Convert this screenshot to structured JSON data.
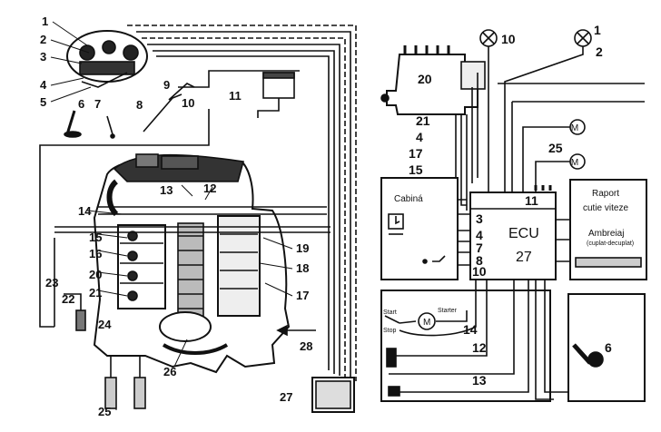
{
  "left_callouts": [
    "1",
    "2",
    "3",
    "4",
    "5",
    "6",
    "7",
    "8",
    "9",
    "10",
    "11",
    "12",
    "13",
    "14",
    "15",
    "16",
    "17",
    "18",
    "19",
    "20",
    "21",
    "22",
    "23",
    "24",
    "25",
    "26",
    "27",
    "28"
  ],
  "right_callouts": {
    "injection_pump": "20",
    "lamp_a": "10",
    "lamp_b": "1",
    "lamp_b_lead": "2",
    "wire_21": "21",
    "wire_4": "4",
    "wire_17": "17",
    "wire_15": "15",
    "motor_25": "25",
    "ecu_pin_11": "11",
    "ecu_pin_3": "3",
    "ecu_pin_4": "4",
    "ecu_pin_7": "7",
    "ecu_pin_8": "8",
    "ecu_pin_10": "10",
    "starter_wire": "14",
    "wire_12": "12",
    "wire_13": "13",
    "lever_6": "6"
  },
  "cabin": {
    "title": "Cabiná"
  },
  "ecu": {
    "title": "ECU",
    "number": "27"
  },
  "gearbox": {
    "line1": "Raport",
    "line2": "cutie viteze"
  },
  "clutch": {
    "title": "Ambreiaj",
    "subtitle": "(cuplat-decuplat)"
  },
  "starter": {
    "start": "Start",
    "stop": "Stop",
    "starter": "Starter",
    "motor_symbol": "M"
  },
  "motor_symbol": "M"
}
